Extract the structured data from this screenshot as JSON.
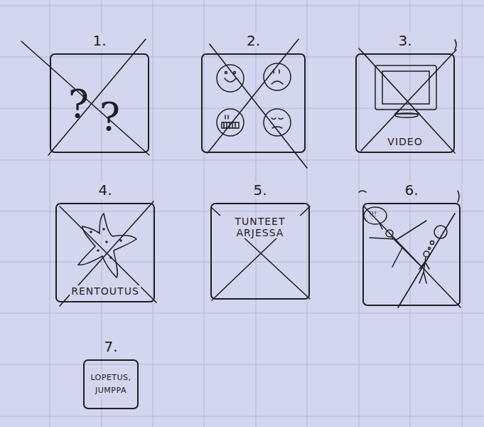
{
  "diagram": {
    "nodes": [
      {
        "text": [
          "1."
        ]
      },
      {
        "text": [
          "2."
        ]
      },
      {
        "text": [
          "3.",
          "VIDEO"
        ]
      },
      {
        "text": [
          "4.",
          "RENTOUTUS"
        ]
      },
      {
        "text": [
          "5.",
          "TUNTEET ARJESSA"
        ]
      },
      {
        "text": [
          "6."
        ]
      },
      {
        "text": [
          "7.",
          "LOPETUS, JUMPPA"
        ]
      }
    ],
    "labels": [
      "?",
      "?",
      "!!!"
    ]
  }
}
